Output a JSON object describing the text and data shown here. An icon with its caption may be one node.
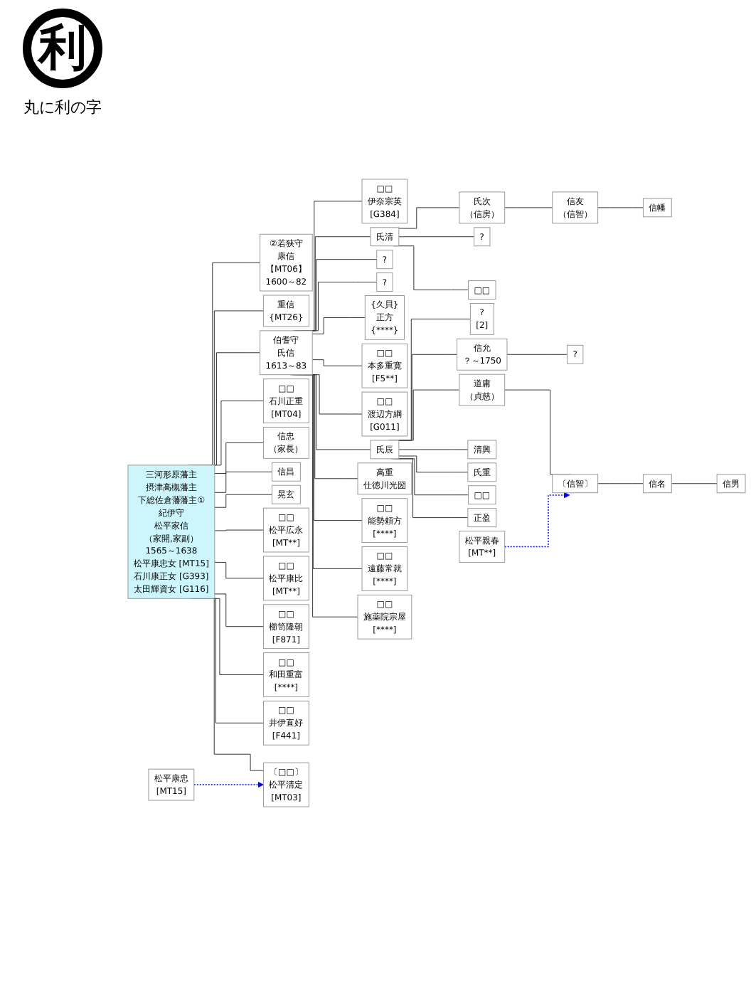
{
  "diagram": {
    "nodes": [
      {
        "text": [
          "三河形原藩主",
          "摂津高槻藩主",
          "下総佐倉藩藩主①",
          "紀伊守",
          "松平家信",
          "（家開,家副）",
          "1565～1638",
          "松平康忠女 [MT15]",
          "石川康正女 [G393]",
          "太田輝資女 [G116]"
        ]
      },
      {
        "text": [
          "②若狭守",
          "康信",
          "【MT06】",
          "1600～82"
        ]
      },
      {
        "text": [
          "重信",
          "{MT26}"
        ]
      },
      {
        "text": [
          "伯耆守",
          "氏信",
          "1613～83"
        ]
      },
      {
        "text": [
          "□□",
          "石川正重",
          "[MT04]"
        ]
      },
      {
        "text": [
          "信忠",
          "（家長）"
        ]
      },
      {
        "text": [
          "信昌"
        ]
      },
      {
        "text": [
          "晃玄"
        ]
      },
      {
        "text": [
          "□□",
          "松平広永",
          "[MT**]"
        ]
      },
      {
        "text": [
          "□□",
          "松平康比",
          "[MT**]"
        ]
      },
      {
        "text": [
          "□□",
          "櫛笥隆朝",
          "[F871]"
        ]
      },
      {
        "text": [
          "□□",
          "和田重富",
          "[****]"
        ]
      },
      {
        "text": [
          "□□",
          "井伊直好",
          "[F441]"
        ]
      },
      {
        "text": [
          "〔□□〕",
          "松平清定",
          "[MT03]"
        ]
      },
      {
        "text": [
          "□□",
          "伊奈宗英",
          "[G384]"
        ]
      },
      {
        "text": [
          "氏清"
        ]
      },
      {
        "text": [
          "?"
        ]
      },
      {
        "text": [
          "?"
        ]
      },
      {
        "text": [
          "{久貝}",
          "正方",
          "{****}"
        ]
      },
      {
        "text": [
          "□□",
          "本多重寛",
          "[F5**]"
        ]
      },
      {
        "text": [
          "□□",
          "渡辺方綱",
          "[G011]"
        ]
      },
      {
        "text": [
          "氏辰"
        ]
      },
      {
        "text": [
          "高重",
          "仕徳川光圀"
        ]
      },
      {
        "text": [
          "□□",
          "能勢頼方",
          "[****]"
        ]
      },
      {
        "text": [
          "□□",
          "遠藤常就",
          "[****]"
        ]
      },
      {
        "text": [
          "□□",
          "施薬院宗屋",
          "[****]"
        ]
      },
      {
        "text": [
          "氏次",
          "（信房）"
        ]
      },
      {
        "text": [
          "?"
        ]
      },
      {
        "text": [
          "□□"
        ]
      },
      {
        "text": [
          "信友",
          "（信智）"
        ]
      },
      {
        "text": [
          "信幡"
        ]
      },
      {
        "text": [
          "?",
          "[2]"
        ]
      },
      {
        "text": [
          "信允",
          "？～1750"
        ]
      },
      {
        "text": [
          "道庸",
          "（貞慈）"
        ]
      },
      {
        "text": [
          "清興"
        ]
      },
      {
        "text": [
          "氏重"
        ]
      },
      {
        "text": [
          "□□"
        ]
      },
      {
        "text": [
          "正盈"
        ]
      },
      {
        "text": [
          "?"
        ]
      },
      {
        "text": [
          "〔信智〕"
        ]
      },
      {
        "text": [
          "信名"
        ]
      },
      {
        "text": [
          "信男"
        ]
      },
      {
        "text": [
          "松平親春",
          "[MT**]"
        ]
      },
      {
        "text": [
          "松平康忠",
          "[MT15]"
        ]
      }
    ],
    "edges": [
      {
        "from": 0,
        "to": 1,
        "arrow": "none"
      },
      {
        "from": 0,
        "to": 2,
        "arrow": "none"
      },
      {
        "from": 0,
        "to": 3,
        "arrow": "none"
      },
      {
        "from": 0,
        "to": 4,
        "arrow": "none"
      },
      {
        "from": 0,
        "to": 5,
        "arrow": "none"
      },
      {
        "from": 0,
        "to": 6,
        "arrow": "none"
      },
      {
        "from": 0,
        "to": 7,
        "arrow": "none"
      },
      {
        "from": 0,
        "to": 8,
        "arrow": "none"
      },
      {
        "from": 0,
        "to": 9,
        "arrow": "none"
      },
      {
        "from": 0,
        "to": 10,
        "arrow": "none"
      },
      {
        "from": 0,
        "to": 11,
        "arrow": "none"
      },
      {
        "from": 0,
        "to": 12,
        "arrow": "none"
      },
      {
        "from": 0,
        "to": 13,
        "arrow": "none"
      },
      {
        "from": 3,
        "to": 14,
        "arrow": "none"
      },
      {
        "from": 3,
        "to": 15,
        "arrow": "none"
      },
      {
        "from": 3,
        "to": 16,
        "arrow": "none"
      },
      {
        "from": 3,
        "to": 17,
        "arrow": "none"
      },
      {
        "from": 3,
        "to": 18,
        "arrow": "none"
      },
      {
        "from": 3,
        "to": 19,
        "arrow": "none"
      },
      {
        "from": 3,
        "to": 20,
        "arrow": "none"
      },
      {
        "from": 3,
        "to": 21,
        "arrow": "none"
      },
      {
        "from": 3,
        "to": 22,
        "arrow": "none"
      },
      {
        "from": 3,
        "to": 23,
        "arrow": "none"
      },
      {
        "from": 3,
        "to": 24,
        "arrow": "none"
      },
      {
        "from": 3,
        "to": 25,
        "arrow": "none"
      },
      {
        "from": 15,
        "to": 26,
        "arrow": "none"
      },
      {
        "from": 15,
        "to": 27,
        "arrow": "none"
      },
      {
        "from": 15,
        "to": 28,
        "arrow": "none"
      },
      {
        "from": 26,
        "to": 29,
        "arrow": "none"
      },
      {
        "from": 29,
        "to": 30,
        "arrow": "none"
      },
      {
        "from": 21,
        "to": 31,
        "arrow": "none"
      },
      {
        "from": 21,
        "to": 32,
        "arrow": "none"
      },
      {
        "from": 21,
        "to": 33,
        "arrow": "none"
      },
      {
        "from": 21,
        "to": 34,
        "arrow": "none"
      },
      {
        "from": 21,
        "to": 35,
        "arrow": "none"
      },
      {
        "from": 21,
        "to": 36,
        "arrow": "none"
      },
      {
        "from": 21,
        "to": 37,
        "arrow": "none"
      },
      {
        "from": 32,
        "to": 38,
        "arrow": "none"
      },
      {
        "from": 33,
        "to": 39,
        "arrow": "none"
      },
      {
        "from": 39,
        "to": 40,
        "arrow": "none"
      },
      {
        "from": 40,
        "to": 41,
        "arrow": "none"
      },
      {
        "from": 42,
        "to": 39,
        "arrow": "to",
        "style": "dashed",
        "color": "#0000ff"
      },
      {
        "from": 43,
        "to": 13,
        "arrow": "to",
        "style": "dashed",
        "color": "#0000ff"
      }
    ],
    "labels": [
      "利",
      "丸に利の字"
    ]
  }
}
